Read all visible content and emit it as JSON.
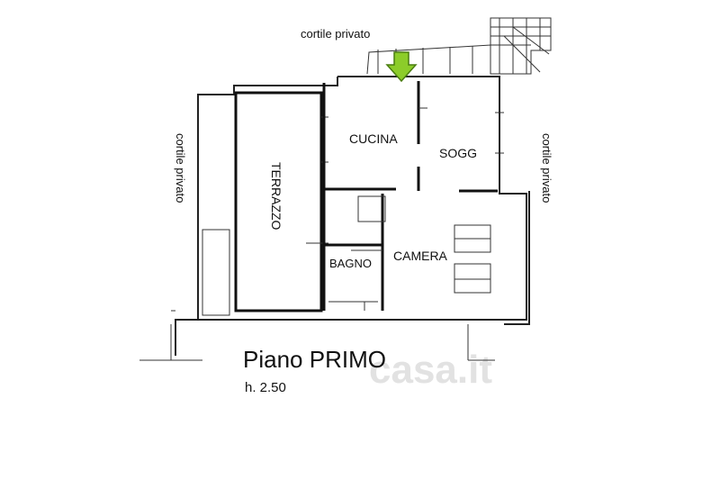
{
  "outside": {
    "top_label": "cortile privato",
    "left_label": "cortile privato",
    "right_label": "cortile privato"
  },
  "rooms": {
    "cucina": "CUCINA",
    "sogg": "SOGG",
    "terrazzo": "TERRAZZO",
    "bagno": "BAGNO",
    "camera": "CAMERA"
  },
  "floor": {
    "title": "Piano PRIMO",
    "height": "h. 2.50"
  },
  "watermark": "casa.it",
  "colors": {
    "arrow": "#8ccc2a",
    "line": "#222222"
  },
  "icons": {
    "entrance": "arrow-down-icon"
  }
}
